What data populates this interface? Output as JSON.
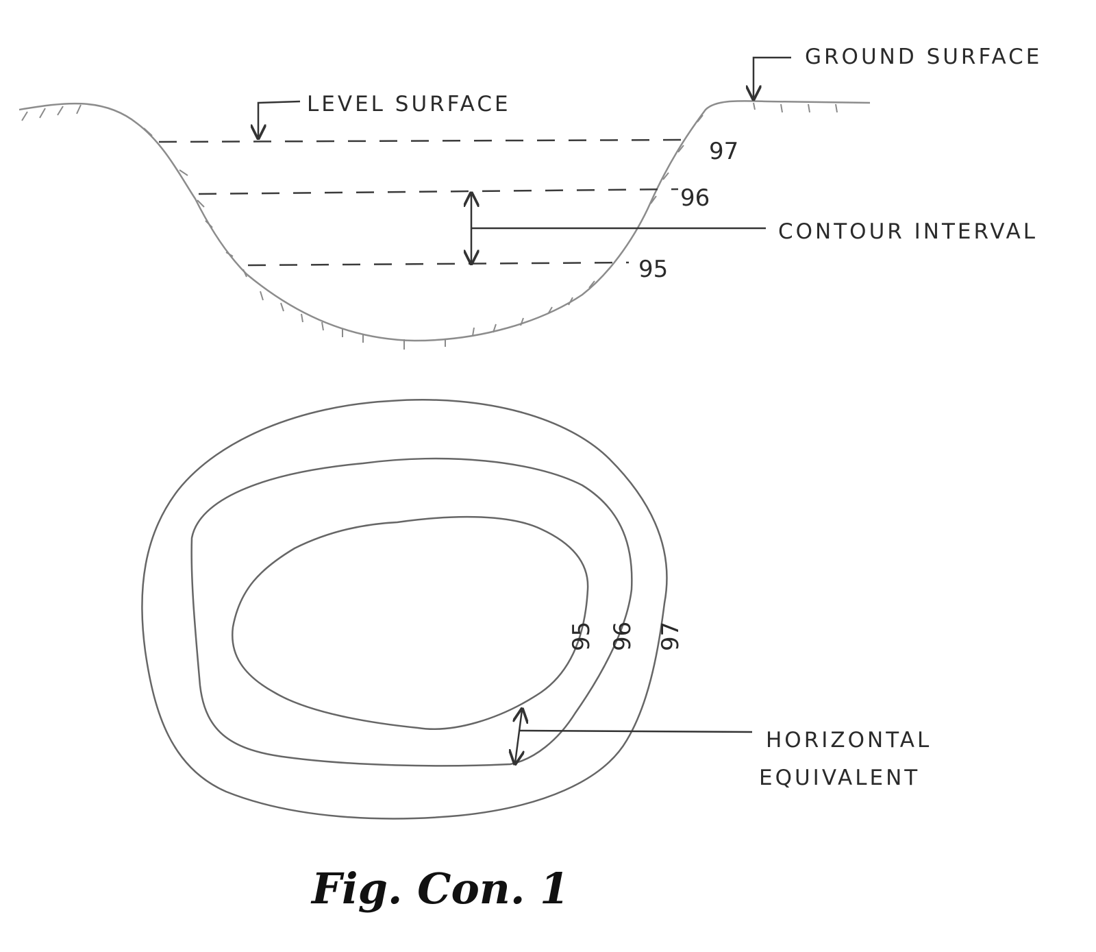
{
  "section": {
    "level_surface_label": "LEVEL SURFACE",
    "ground_surface_label": "GROUND SURFACE",
    "contour_interval_label": "CONTOUR INTERVAL",
    "level_labels": [
      "97",
      "96",
      "95"
    ]
  },
  "plan": {
    "contour_labels": [
      "95",
      "96",
      "97"
    ],
    "horizontal_equivalent_label_line1": "HORIZONTAL",
    "horizontal_equivalent_label_line2": "EQUIVALENT"
  },
  "caption": "Fig. Con. 1"
}
